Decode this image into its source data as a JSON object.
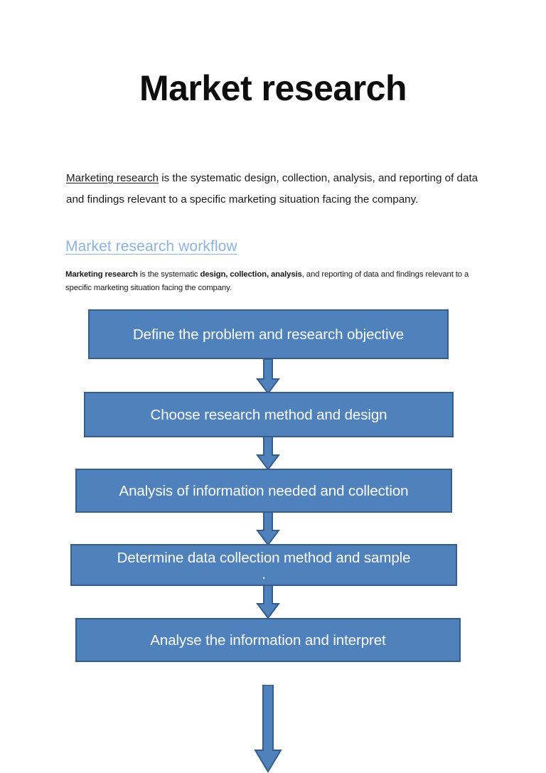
{
  "document": {
    "title": "Market research",
    "intro": {
      "term": "Marketing research",
      "rest": " is the systematic design, collection, analysis, and reporting of data and findings relevant to a specific marketing situation facing the company."
    },
    "section_heading": "Market research workflow",
    "small_paragraph": {
      "bold_lead": "Marketing research",
      "mid": " is the systematic ",
      "bold_mid": "design, collection, analysis",
      "tail": ", and reporting of data and findings relevant to a specific marketing situation facing the company."
    }
  },
  "colors": {
    "box_fill": "#4f81bd",
    "box_border": "#385d8a",
    "heading_blue": "#8db3e2",
    "box_text": "#ffffff",
    "body_text": "#1a1a1a",
    "page_background": "#ffffff"
  },
  "chart_data": {
    "type": "diagram",
    "diagram_kind": "flowchart",
    "title": "Market research workflow",
    "orientation": "vertical",
    "connector": "down-block-arrow",
    "nodes": [
      {
        "id": 1,
        "label": "Define the problem and research objective",
        "sublabel": ""
      },
      {
        "id": 2,
        "label": "Choose research method and design",
        "sublabel": ""
      },
      {
        "id": 3,
        "label": "Analysis of information needed and collection",
        "sublabel": ""
      },
      {
        "id": 4,
        "label": "Determine data collection method and sample",
        "sublabel": "."
      },
      {
        "id": 5,
        "label": "Analyse the information and interpret",
        "sublabel": ""
      }
    ],
    "edges": [
      {
        "from": 1,
        "to": 2
      },
      {
        "from": 2,
        "to": 3
      },
      {
        "from": 3,
        "to": 4
      },
      {
        "from": 4,
        "to": 5
      },
      {
        "from": 5,
        "to": null
      }
    ],
    "notes": "Final arrow from node 5 points off the bottom edge of the page (next step cut off)."
  }
}
